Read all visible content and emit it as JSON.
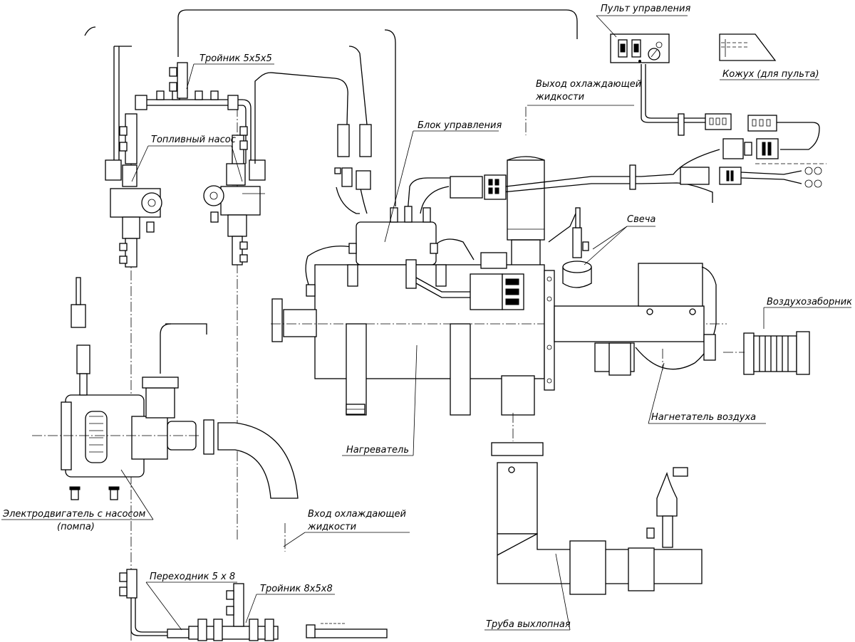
{
  "labels": {
    "control_panel": "Пульт управления",
    "cover": "Кожух (для пульта)",
    "coolant_out_1": "Выход охлаждающей",
    "coolant_out_2": "жидкости",
    "tee_5x5x5": "Тройник 5х5х5",
    "fuel_pump": "Топливный насос",
    "control_unit": "Блок управления",
    "glow_plug": "Свеча",
    "air_intake": "Воздухозаборник",
    "air_blower": "Нагнетатель воздуха",
    "heater": "Нагреватель",
    "motor_pump_1": "Электродвигатель с насосом",
    "motor_pump_2": "(помпа)",
    "coolant_in_1": "Вход охлаждающей",
    "coolant_in_2": "жидкости",
    "adapter": "Переходник 5 х 8",
    "tee_8x5x8": "Тройник 8х5х8",
    "exhaust_pipe": "Труба выхлопная"
  },
  "icons": {
    "panel_switch_1": "rocker-switch-icon",
    "panel_switch_2": "rocker-switch-icon",
    "panel_knob": "rotary-knob-icon"
  }
}
